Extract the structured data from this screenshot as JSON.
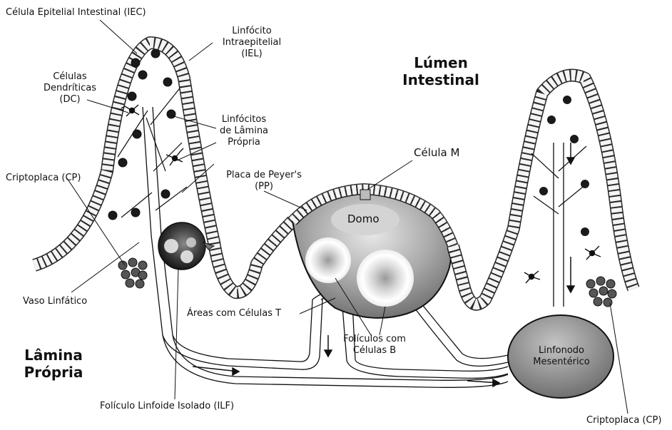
{
  "labels": {
    "iec": "Célula Epitelial Intestinal (IEC)",
    "iel": [
      "Linfócito",
      "Intraepitelial",
      "(IEL)"
    ],
    "lumen": [
      "Lúmen",
      "Intestinal"
    ],
    "dc": [
      "Células",
      "Dendríticas",
      "(DC)"
    ],
    "lpl": [
      "Linfócitos",
      "de Lâmina",
      "Própria"
    ],
    "m_cell": "Célula M",
    "pp": [
      "Placa de Peyer's",
      "(PP)"
    ],
    "cp_left": "Criptoplaca (CP)",
    "domo": "Domo",
    "vaso": "Vaso Linfático",
    "t_areas": "Áreas com Células T",
    "b_foll": [
      "Folículos com",
      "Células B"
    ],
    "lamina": [
      "Lâmina",
      "Própria"
    ],
    "ilf": "Folículo Linfoide Isolado (ILF)",
    "node": [
      "Linfonodo",
      "Mesentérico"
    ],
    "cp_right": "Criptoplaca (CP)"
  },
  "colors": {
    "line": "#111111",
    "epithelium_fill": "#f4f4f4",
    "nucleus": "#1a1a1a",
    "pp_gray": "#8a8a8a",
    "node_gray": "#8c8c8c"
  }
}
